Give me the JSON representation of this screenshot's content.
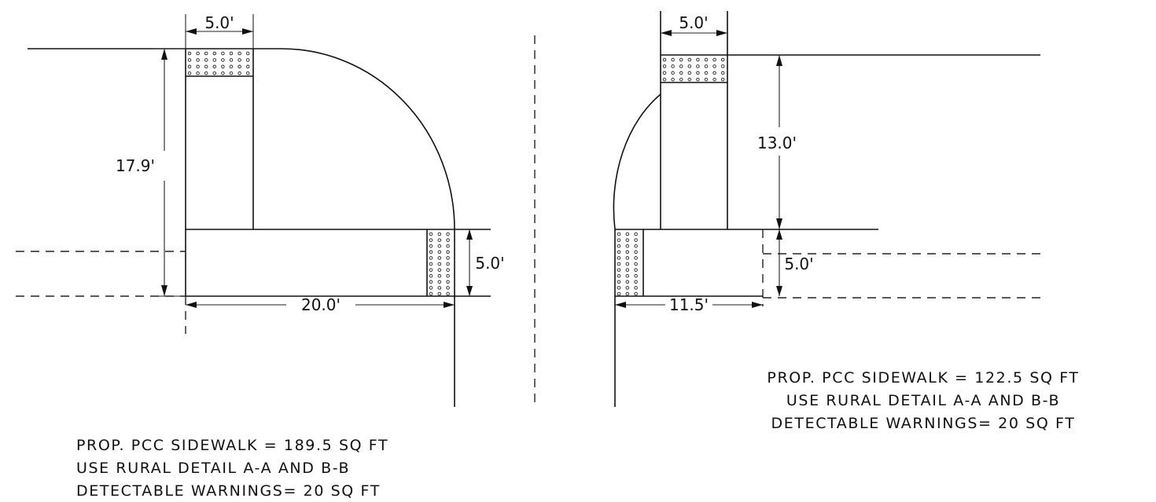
{
  "left_plan": {
    "dimensions": {
      "top_width": "5.0'",
      "height": "17.9'",
      "side_width": "5.0'",
      "bottom_length": "20.0'"
    },
    "notes": [
      "PROP. PCC SIDEWALK = 189.5 SQ FT",
      "USE RURAL DETAIL A-A AND B-B",
      "DETECTABLE WARNINGS= 20 SQ FT"
    ]
  },
  "right_plan": {
    "dimensions": {
      "top_width": "5.0'",
      "height": "13.0'",
      "side_width": "5.0'",
      "bottom_length": "11.5'"
    },
    "notes": [
      "PROP. PCC SIDEWALK = 122.5 SQ FT",
      "USE RURAL DETAIL A-A AND B-B",
      "DETECTABLE WARNINGS= 20 SQ FT"
    ]
  }
}
